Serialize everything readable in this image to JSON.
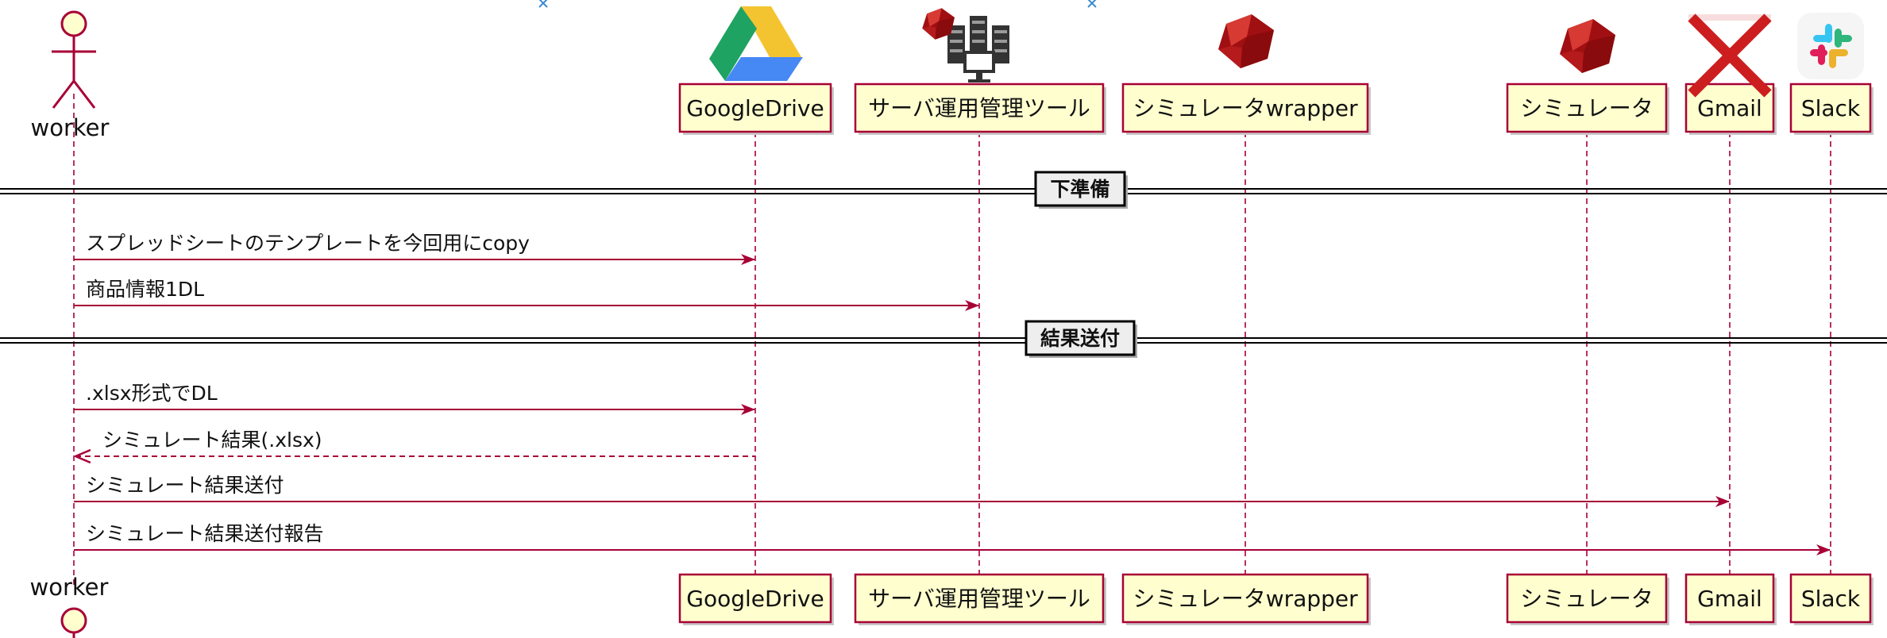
{
  "colors": {
    "border": "#a80036",
    "box_fill": "#fefece",
    "lifeline": "#a80036",
    "arrow": "#a80036",
    "separator_box_fill": "#eeeeee",
    "separator_line": "#000000"
  },
  "actor": {
    "label": "worker",
    "icon": "stick-figure-icon"
  },
  "participants": [
    {
      "id": "googledrive",
      "label": "GoogleDrive",
      "icon": "google-drive-icon"
    },
    {
      "id": "server_tool",
      "label": "サーバ運用管理ツール",
      "icon": "ruby-server-icon"
    },
    {
      "id": "sim_wrapper",
      "label": "シミュレータwrapper",
      "icon": "ruby-icon"
    },
    {
      "id": "simulator",
      "label": "シミュレータ",
      "icon": "ruby-icon"
    },
    {
      "id": "gmail",
      "label": "Gmail",
      "icon": "crossed-out-icon"
    },
    {
      "id": "slack",
      "label": "Slack",
      "icon": "slack-icon"
    }
  ],
  "separators": [
    {
      "label": "下準備"
    },
    {
      "label": "結果送付"
    }
  ],
  "messages": [
    {
      "label": "スプレッドシートのテンプレートを今回用にcopy",
      "from": "worker",
      "to": "googledrive",
      "style": "solid"
    },
    {
      "label": "商品情報1DL",
      "from": "worker",
      "to": "server_tool",
      "style": "solid"
    },
    {
      "label": ".xlsx形式でDL",
      "from": "worker",
      "to": "googledrive",
      "style": "solid"
    },
    {
      "label": "シミュレート結果(.xlsx)",
      "from": "googledrive",
      "to": "worker",
      "style": "dashed"
    },
    {
      "label": "シミュレート結果送付",
      "from": "worker",
      "to": "gmail",
      "style": "solid"
    },
    {
      "label": "シミュレート結果送付報告",
      "from": "worker",
      "to": "slack",
      "style": "solid"
    }
  ]
}
